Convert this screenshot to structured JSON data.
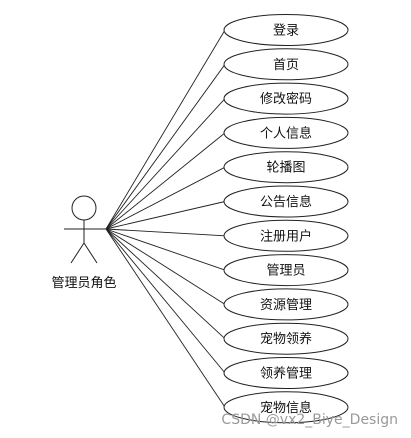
{
  "actor": {
    "label": "管理员角色"
  },
  "use_cases": [
    {
      "label": "登录"
    },
    {
      "label": "首页"
    },
    {
      "label": "修改密码"
    },
    {
      "label": "个人信息"
    },
    {
      "label": "轮播图"
    },
    {
      "label": "公告信息"
    },
    {
      "label": "注册用户"
    },
    {
      "label": "管理员"
    },
    {
      "label": "资源管理"
    },
    {
      "label": "宠物领养"
    },
    {
      "label": "领养管理"
    },
    {
      "label": "宠物信息"
    }
  ],
  "watermark": {
    "text": "CSDN @vx2_Biye_Design"
  }
}
